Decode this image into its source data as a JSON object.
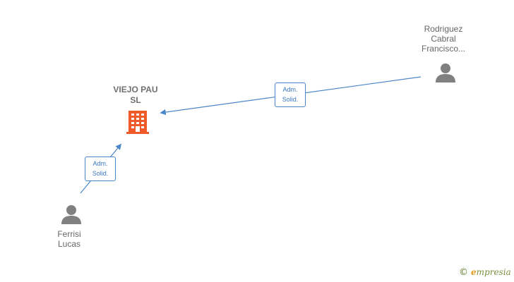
{
  "nodes": {
    "company": {
      "name_line1": "VIEJO PAU",
      "name_line2": "SL",
      "icon": "building-icon"
    },
    "person_rodriguez": {
      "line1": "Rodriguez",
      "line2": "Cabral",
      "line3": "Francisco...",
      "icon": "person-icon"
    },
    "person_ferrisi": {
      "line1": "Ferrisi",
      "line2": "Lucas",
      "icon": "person-icon"
    }
  },
  "edges": {
    "rodriguez_to_company": {
      "line1": "Adm.",
      "line2": "Solid."
    },
    "ferrisi_to_company": {
      "line1": "Adm.",
      "line2": "Solid."
    }
  },
  "brand": {
    "copyright_symbol": "©",
    "first_letter": "e",
    "rest": "mpresia"
  },
  "colors": {
    "company": "#f05a28",
    "person": "#808080",
    "edge": "#4a86c8"
  }
}
